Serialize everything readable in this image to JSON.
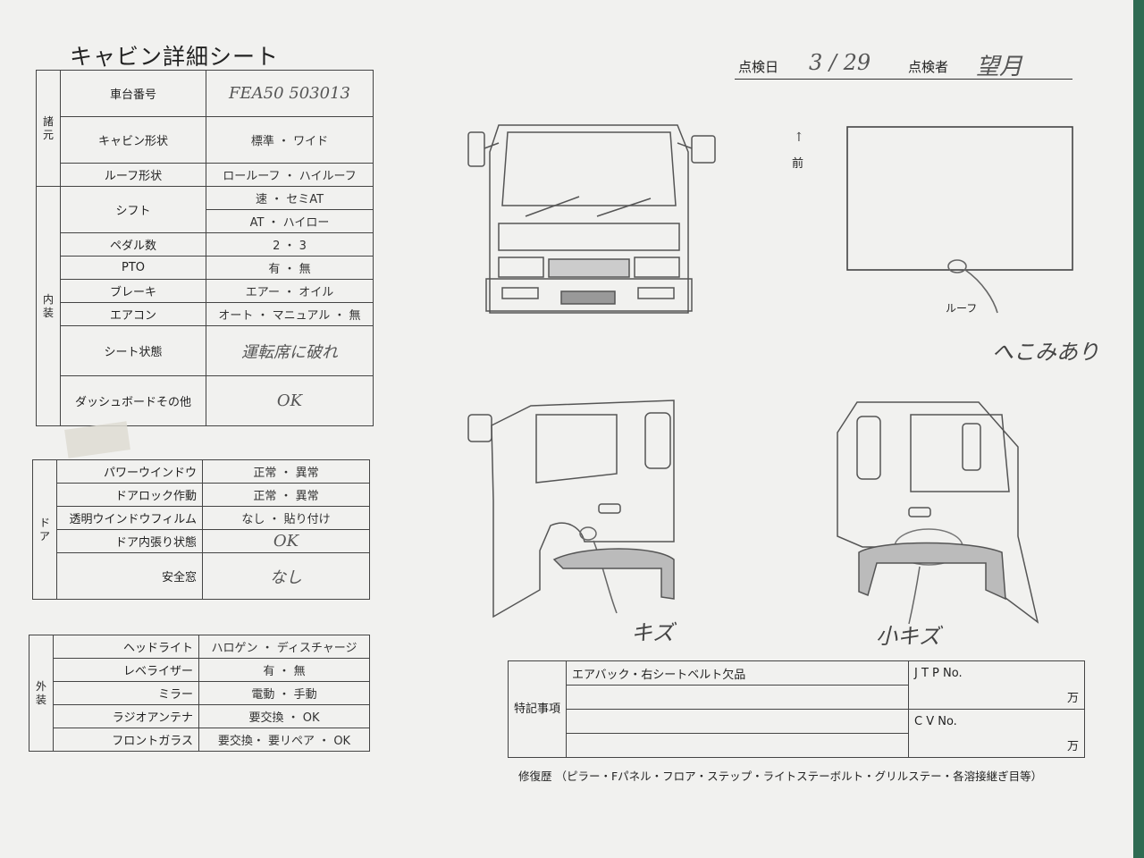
{
  "title": "キャビン詳細シート",
  "header": {
    "date_label": "点検日",
    "date_value": "3 / 29",
    "inspector_label": "点検者",
    "inspector_value": "望月"
  },
  "section1": {
    "side": "諸元",
    "rows": [
      {
        "label": "車台番号",
        "value": "FEA50  503013"
      },
      {
        "label": "キャビン形状",
        "value": "標準 ・ ワイド"
      },
      {
        "label": "ルーフ形状",
        "value": "ロールーフ ・ ハイルーフ"
      }
    ]
  },
  "section2": {
    "side": "内装",
    "rows": [
      {
        "label": "シフト",
        "value": "速 ・ セミAT",
        "value2": "AT ・ ハイロー"
      },
      {
        "label": "ペダル数",
        "value": "2 ・ 3"
      },
      {
        "label": "PTO",
        "value": "有 ・ 無"
      },
      {
        "label": "ブレーキ",
        "value": "エアー ・ オイル"
      },
      {
        "label": "エアコン",
        "value": "オート ・ マニュアル ・ 無"
      },
      {
        "label": "シート状態",
        "value": "運転席に破れ"
      },
      {
        "label": "ダッシュボードその他",
        "value": "OK"
      }
    ]
  },
  "section3": {
    "side": "ドア",
    "rows": [
      {
        "label": "パワーウインドウ",
        "value": "正常 ・ 異常"
      },
      {
        "label": "ドアロック作動",
        "value": "正常 ・ 異常"
      },
      {
        "label": "透明ウインドウフィルム",
        "value": "なし ・ 貼り付け"
      },
      {
        "label": "ドア内張り状態",
        "value": "OK"
      },
      {
        "label": "安全窓",
        "value": "なし"
      }
    ]
  },
  "section4": {
    "side": "外装",
    "rows": [
      {
        "label": "ヘッドライト",
        "value": "ハロゲン ・ ディスチャージ"
      },
      {
        "label": "レベライザー",
        "value": "有 ・ 無"
      },
      {
        "label": "ミラー",
        "value": "電動 ・ 手動"
      },
      {
        "label": "ラジオアンテナ",
        "value": "要交換 ・ OK"
      },
      {
        "label": "フロントガラス",
        "value": "要交換・ 要リペア ・ OK"
      }
    ]
  },
  "diagram": {
    "front_label": "前",
    "roof_label": "ルーフ",
    "roof_note": "へこみあり",
    "left_note": "キズ",
    "right_note": "小キズ"
  },
  "remarks": {
    "label": "特記事項",
    "line1": "エアバック・右シートベルト欠品",
    "jtp_label": "J T P No.",
    "cv_label": "C V No.",
    "yen": "万"
  },
  "footer": "修復歴 （ピラー・Fパネル・フロア・ステップ・ライトステーボルト・グリルステー・各溶接継ぎ目等）"
}
